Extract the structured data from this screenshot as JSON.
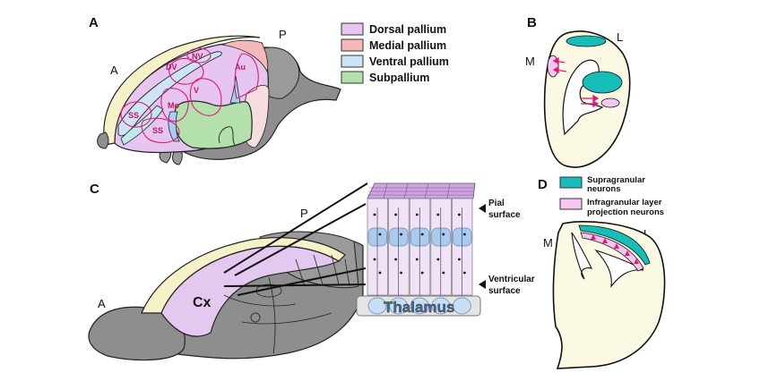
{
  "panels": {
    "A": {
      "label": "A",
      "orientation": {
        "anterior": "A",
        "posterior": "P"
      },
      "regions": [
        "NV",
        "DV",
        "Au",
        "V",
        "Mo",
        "SS",
        "SS"
      ]
    },
    "B": {
      "label": "B",
      "orientation": {
        "medial": "M",
        "lateral": "L"
      }
    },
    "C": {
      "label": "C",
      "orientation": {
        "anterior": "A",
        "posterior": "P"
      },
      "cortex_label": "Cx",
      "thalamus_label": "Thalamus",
      "pial_surface": [
        "Pial",
        "surface"
      ],
      "ventricular_surface": [
        "Ventricular",
        "surface"
      ]
    },
    "D": {
      "label": "D",
      "orientation": {
        "medial": "M",
        "lateral": "L"
      }
    }
  },
  "legend_pallium": [
    {
      "label": "Dorsal pallium",
      "color": "#e6c6f0"
    },
    {
      "label": "Medial pallium",
      "color": "#f6b9b9"
    },
    {
      "label": "Ventral pallium",
      "color": "#cfe3f7"
    },
    {
      "label": "Subpallium",
      "color": "#b4e0ac"
    }
  ],
  "legend_neurons": [
    {
      "label_lines": [
        "Supragranular",
        "neurons"
      ],
      "color": "#17bdb8"
    },
    {
      "label_lines": [
        "Infragranular layer",
        "projection neurons"
      ],
      "color": "#f7c6f0"
    }
  ],
  "colors": {
    "gray_brain": "#8e8e8e",
    "cream": "#f5f2c8",
    "pink_line": "#e0197a",
    "teal": "#17bdb8",
    "cortex_purple": "#e3c8ef"
  }
}
